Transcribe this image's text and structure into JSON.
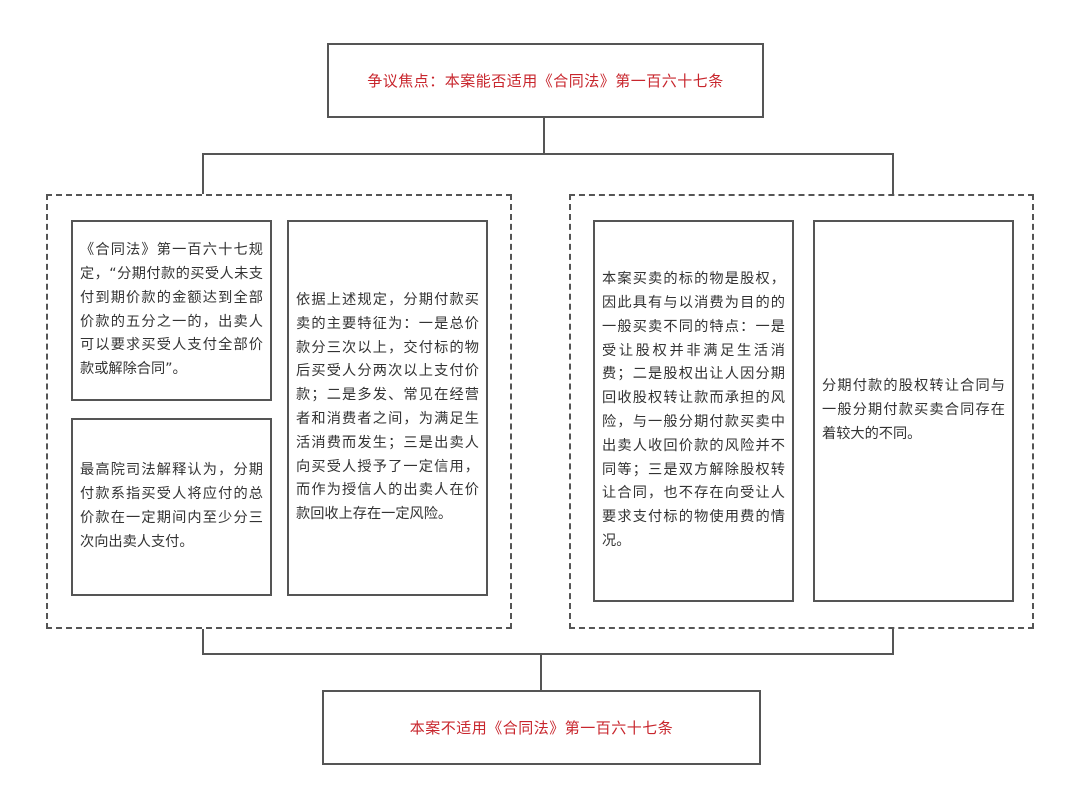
{
  "top_box": {
    "text": "争议焦点：本案能否适用《合同法》第一百六十七条"
  },
  "left_group": {
    "box1": {
      "text": "《合同法》第一百六十七规定，“分期付款的买受人未支付到期价款的金额达到全部价款的五分之一的，出卖人可以要求买受人支付全部价款或解除合同”。"
    },
    "box2": {
      "text": "最高院司法解释认为，分期付款系指买受人将应付的总价款在一定期间内至少分三次向出卖人支付。"
    },
    "box3": {
      "text": "依据上述规定，分期付款买卖的主要特征为：一是总价款分三次以上，交付标的物后买受人分两次以上支付价款；二是多发、常见在经营者和消费者之间，为满足生活消费而发生；三是出卖人向买受人授予了一定信用，而作为授信人的出卖人在价款回收上存在一定风险。"
    }
  },
  "right_group": {
    "box1": {
      "text": "本案买卖的标的物是股权，因此具有与以消费为目的的一般买卖不同的特点：一是受让股权并非满足生活消费；二是股权出让人因分期回收股权转让款而承担的风险，与一般分期付款买卖中出卖人收回价款的风险并不同等；三是双方解除股权转让合同，也不存在向受让人要求支付标的物使用费的情况。"
    },
    "box2": {
      "text": "分期付款的股权转让合同与一般分期付款买卖合同存在着较大的不同。"
    }
  },
  "bottom_box": {
    "text": "本案不适用《合同法》第一百六十七条"
  },
  "colors": {
    "title_red": "#c8262d",
    "border": "#555555",
    "text": "#333333"
  }
}
